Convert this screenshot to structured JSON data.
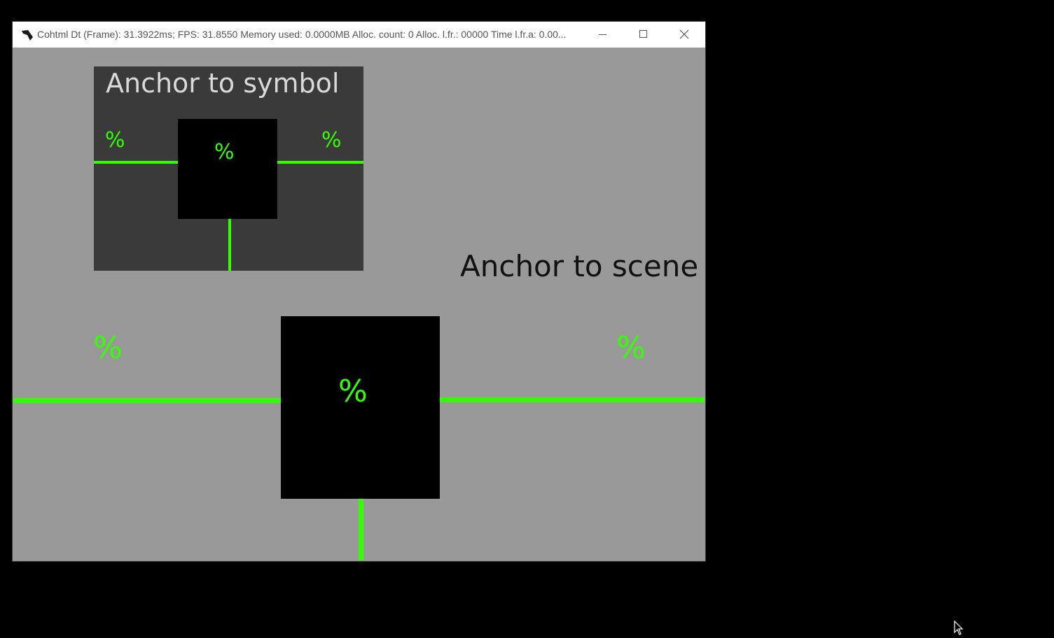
{
  "window": {
    "title": "Cohtml Dt (Frame): 31.3922ms; FPS: 31.8550 Memory used: 0.0000MB Alloc. count: 0 Alloc. l.fr.: 00000 Time l.fr.a: 0.00...",
    "icon": "app-logo-icon",
    "controls": {
      "minimize": "minimize-icon",
      "maximize": "maximize-icon",
      "close": "close-icon"
    }
  },
  "symbol_panel": {
    "title": "Anchor to symbol",
    "left_label": "%",
    "right_label": "%",
    "box_label": "%"
  },
  "scene": {
    "title": "Anchor to scene",
    "left_label": "%",
    "right_label": "%",
    "box_label": "%"
  },
  "colors": {
    "accent_green": "#33ff00",
    "canvas_gray": "#999999",
    "panel_dark": "#3a3a3a",
    "desktop": "#000000"
  }
}
